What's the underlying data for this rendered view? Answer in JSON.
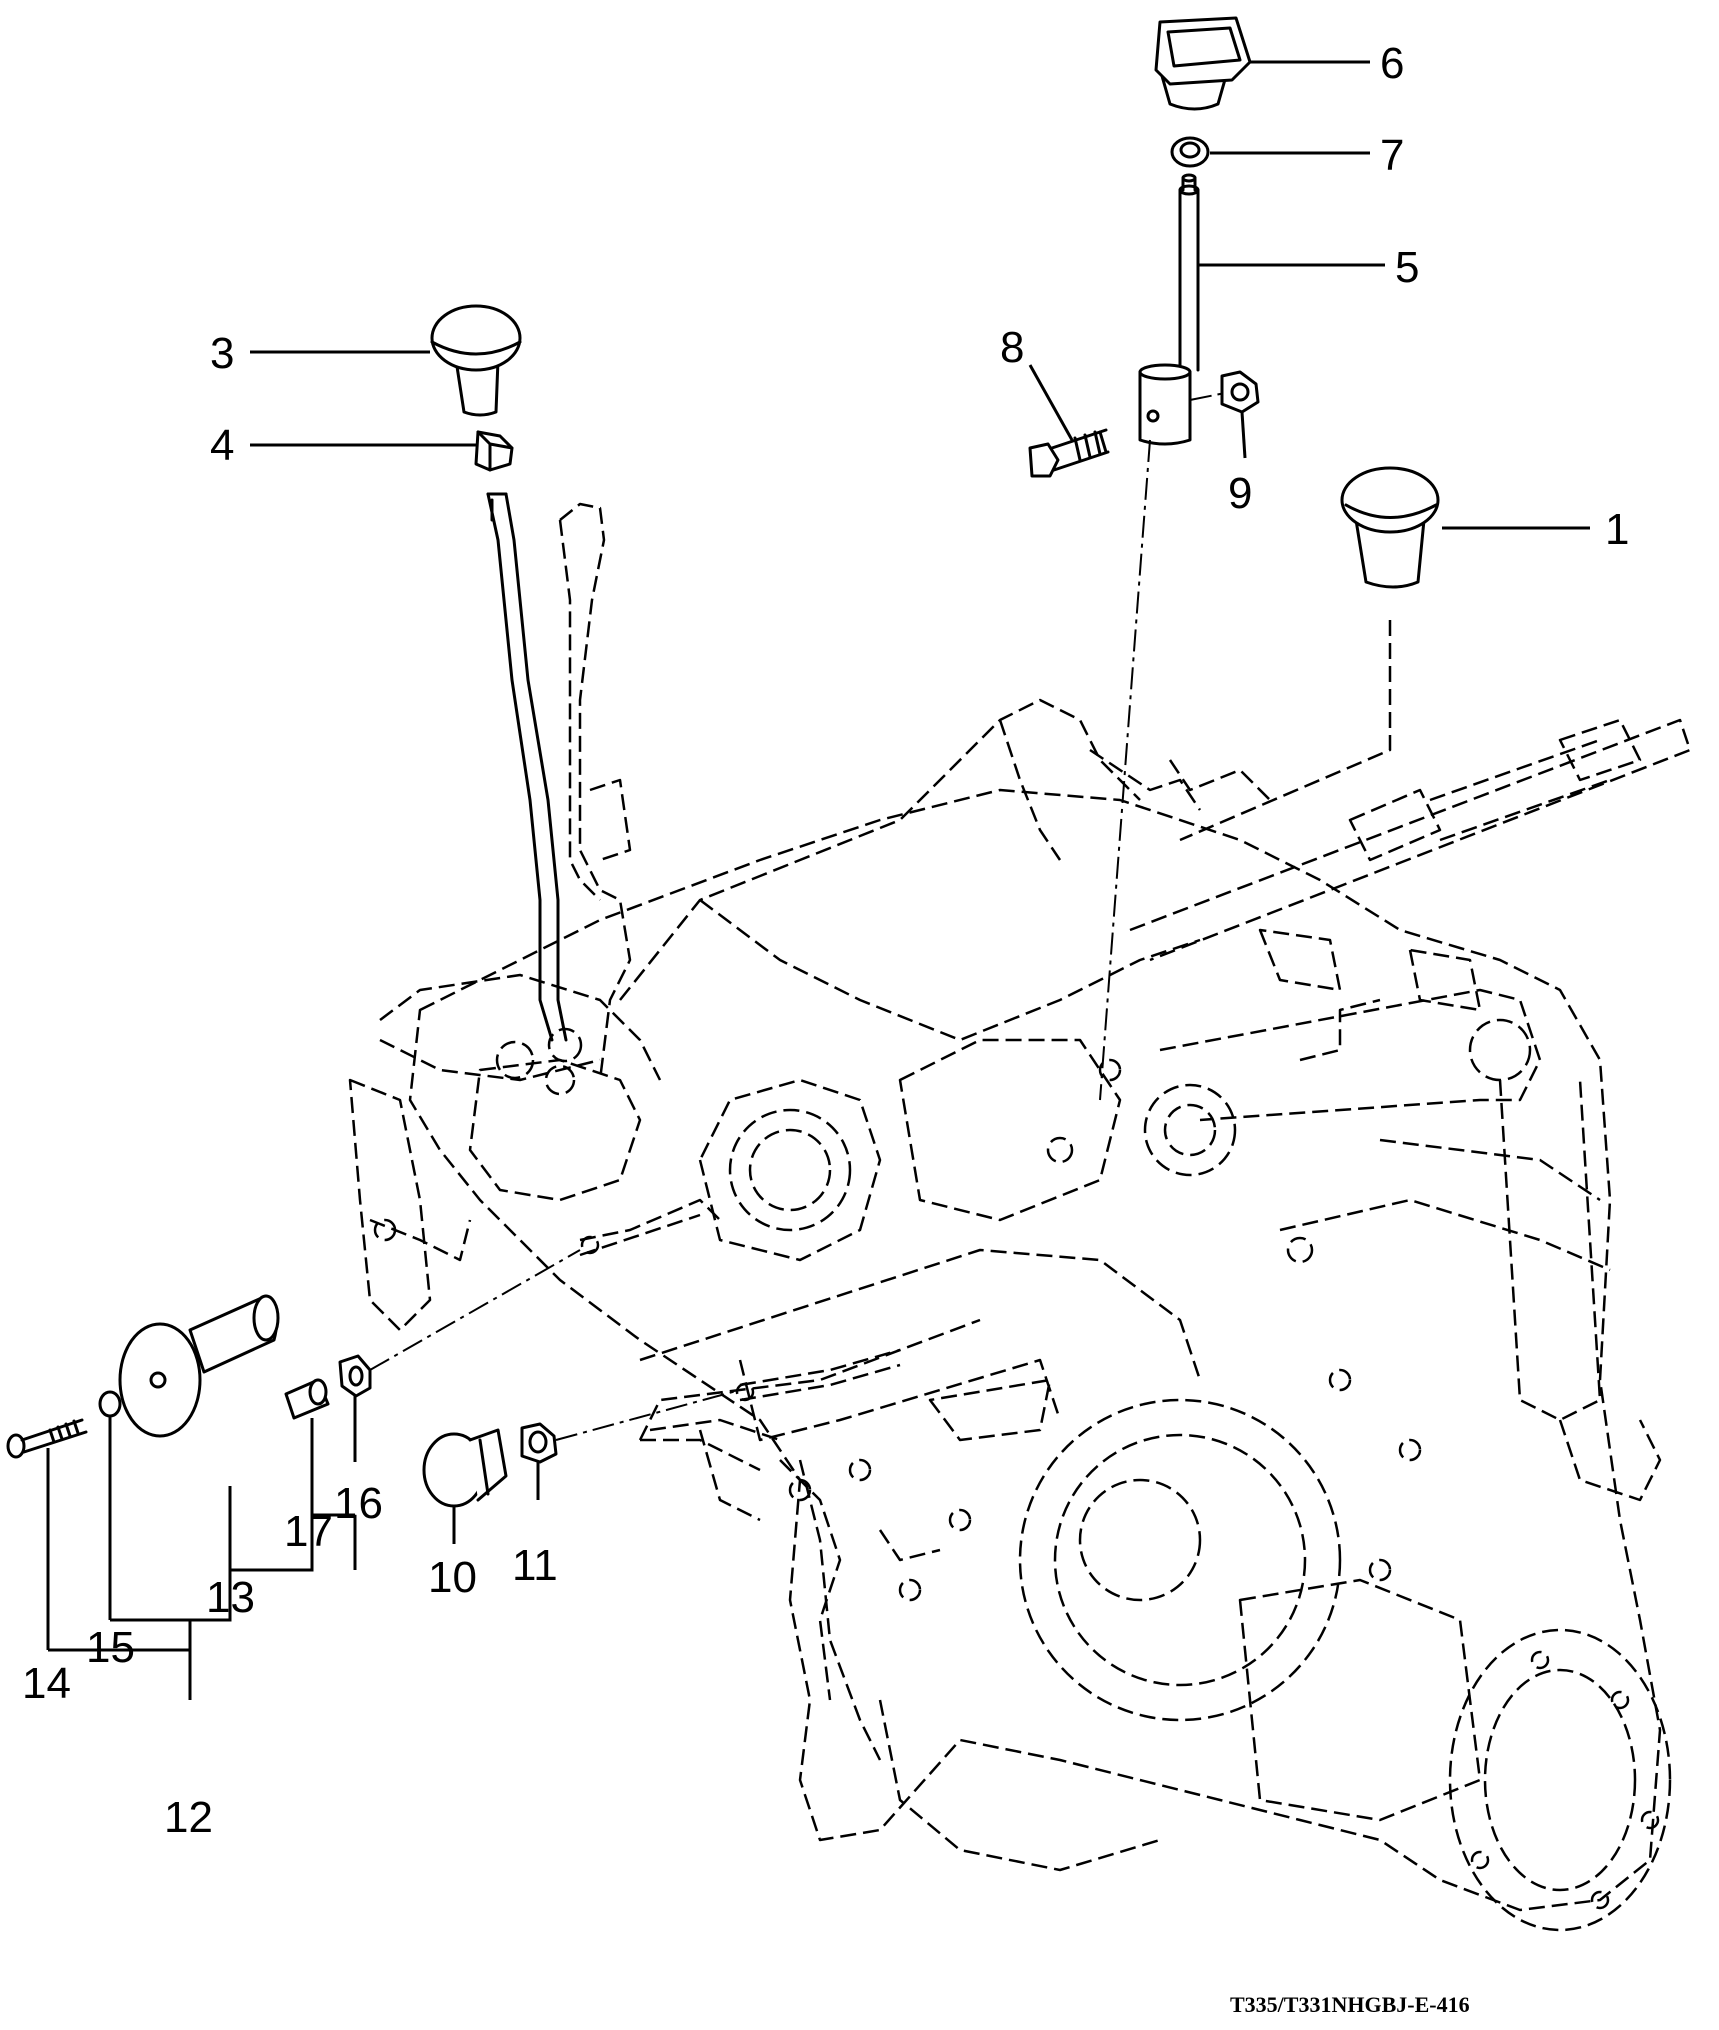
{
  "callouts": {
    "c1": "1",
    "c2": "3",
    "c3": "4",
    "c4": "5",
    "c5": "6",
    "c6": "7",
    "c7": "8",
    "c8": "9",
    "c9": "10",
    "c10": "11",
    "c11": "12",
    "c12": "13",
    "c13": "14",
    "c14": "15",
    "c15": "16",
    "c16": "17"
  },
  "reference_code": "T335/T331NHGBJ-E-416"
}
